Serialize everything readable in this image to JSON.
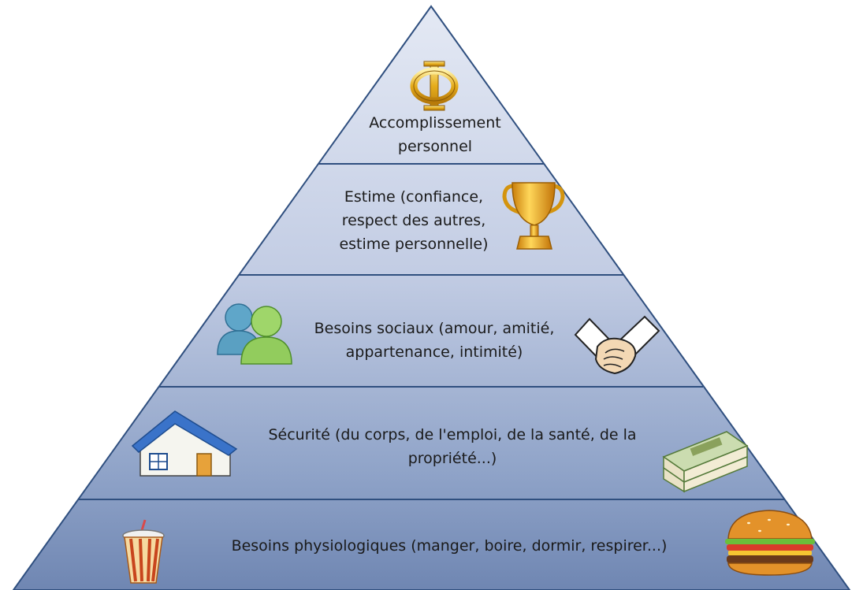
{
  "diagram": {
    "tiers": [
      {
        "id": "self-actualization",
        "lines": [
          "Accomplissement",
          "personnel"
        ],
        "icon": "phi-icon"
      },
      {
        "id": "esteem",
        "lines": [
          "Estime (confiance,",
          "respect des autres,",
          "estime personnelle)"
        ],
        "icon": "trophy-icon"
      },
      {
        "id": "social",
        "lines": [
          "Besoins sociaux (amour, amitié,",
          "appartenance, intimité)"
        ],
        "icons": [
          "people-icon",
          "handshake-icon"
        ]
      },
      {
        "id": "safety",
        "lines": [
          "Sécurité (du corps, de l'emploi, de la santé, de la",
          "propriété...)"
        ],
        "icons": [
          "house-icon",
          "money-icon"
        ]
      },
      {
        "id": "physiological",
        "lines": [
          "Besoins physiologiques (manger, boire, dormir, respirer...)"
        ],
        "icons": [
          "drink-cup-icon",
          "burger-icon"
        ]
      }
    ],
    "colors": {
      "outline": "#2f4f7f",
      "top": "#dde4f1",
      "bottom": "#6f88b5",
      "gold": "#e0a21a"
    }
  }
}
